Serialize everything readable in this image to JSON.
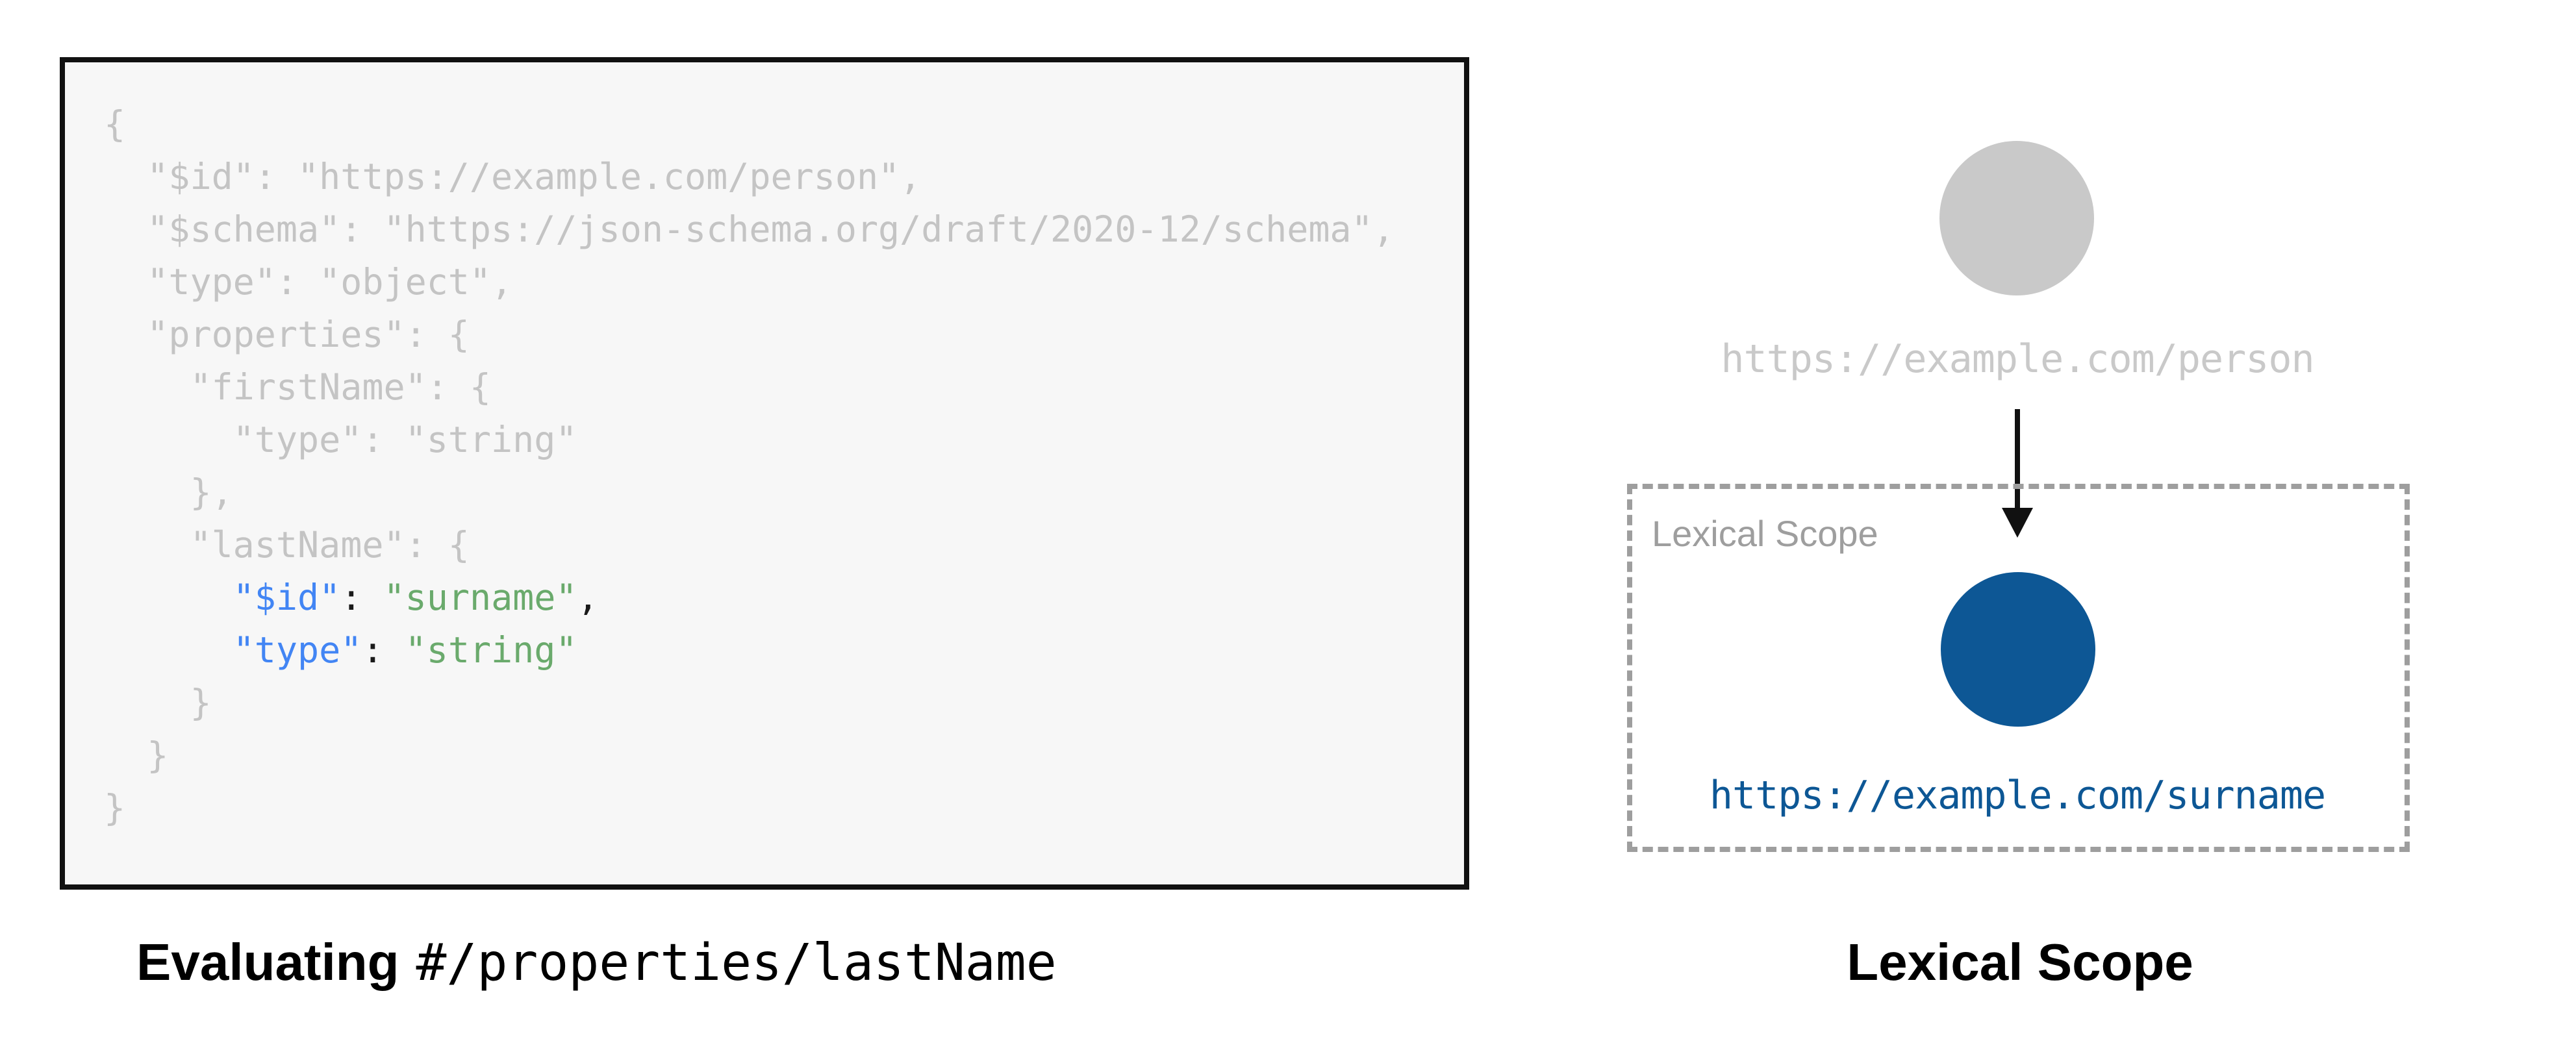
{
  "page": {
    "background": "#ffffff"
  },
  "code_panel": {
    "background": "#f7f7f7",
    "border_color": "#111111",
    "muted_color": "#c4c4c4",
    "key_color": "#4285f4",
    "string_color": "#6aaa6c",
    "punct_color": "#1a1a1a",
    "lines": [
      [
        {
          "t": "{",
          "c": "muted"
        }
      ],
      [
        {
          "t": "  \"$id\": \"https://example.com/person\",",
          "c": "muted"
        }
      ],
      [
        {
          "t": "  \"$schema\": \"https://json-schema.org/draft/2020-12/schema\",",
          "c": "muted"
        }
      ],
      [
        {
          "t": "  \"type\": \"object\",",
          "c": "muted"
        }
      ],
      [
        {
          "t": "  \"properties\": {",
          "c": "muted"
        }
      ],
      [
        {
          "t": "    \"firstName\": {",
          "c": "muted"
        }
      ],
      [
        {
          "t": "      \"type\": \"string\"",
          "c": "muted"
        }
      ],
      [
        {
          "t": "    },",
          "c": "muted"
        }
      ],
      [
        {
          "t": "    \"lastName\": {",
          "c": "muted"
        }
      ],
      [
        {
          "t": "      ",
          "c": "muted"
        },
        {
          "t": "\"$id\"",
          "c": "key"
        },
        {
          "t": ": ",
          "c": "punct"
        },
        {
          "t": "\"surname\"",
          "c": "string"
        },
        {
          "t": ",",
          "c": "punct"
        }
      ],
      [
        {
          "t": "      ",
          "c": "muted"
        },
        {
          "t": "\"type\"",
          "c": "key"
        },
        {
          "t": ": ",
          "c": "punct"
        },
        {
          "t": "\"string\"",
          "c": "string"
        }
      ],
      [
        {
          "t": "    }",
          "c": "muted"
        }
      ],
      [
        {
          "t": "  }",
          "c": "muted"
        }
      ],
      [
        {
          "t": "}",
          "c": "muted"
        }
      ]
    ]
  },
  "caption_left": {
    "bold": "Evaluating",
    "mono": "#/properties/lastName"
  },
  "caption_right": {
    "bold": "Lexical Scope"
  },
  "diagram": {
    "top_node_color": "#c9c9c9",
    "top_label": "https://example.com/person",
    "top_label_color": "#c9c9c9",
    "arrow_color": "#111111",
    "scope_box_border_color": "#9e9e9e",
    "scope_box_label": "Lexical Scope",
    "scope_box_label_color": "#9e9e9e",
    "accent": "#0d5795",
    "scope_label": "https://example.com/surname"
  }
}
